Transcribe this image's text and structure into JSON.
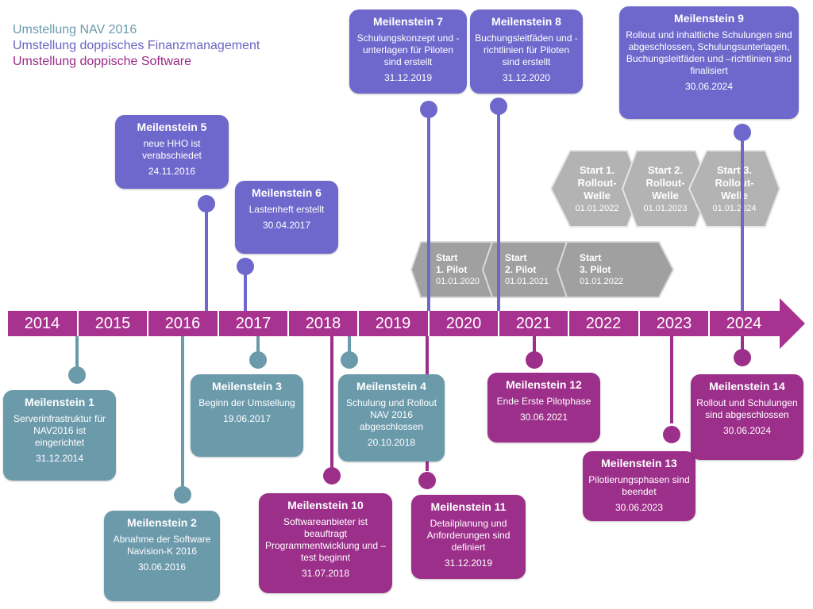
{
  "legend": {
    "teal": "Umstellung NAV 2016",
    "blue": "Umstellung doppisches Finanzmanagement",
    "magenta": "Umstellung doppische Software"
  },
  "colors": {
    "teal": "#6b9aab",
    "blue": "#6e68cc",
    "magenta": "#9c2f8a",
    "arrow": "#a8328f",
    "gray": "#b3b3b3"
  },
  "timeline": {
    "years": [
      "2014",
      "2015",
      "2016",
      "2017",
      "2018",
      "2019",
      "2020",
      "2021",
      "2022",
      "2023",
      "2024"
    ]
  },
  "milestones": [
    {
      "title": "Meilenstein 1",
      "text": "Serverinfrastruktur für NAV2016 ist eingerichtet",
      "date": "31.12.2014"
    },
    {
      "title": "Meilenstein 2",
      "text": "Abnahme der Software Navision-K 2016",
      "date": "30.06.2016"
    },
    {
      "title": "Meilenstein 3",
      "text": "Beginn der Umstellung",
      "date": "19.06.2017"
    },
    {
      "title": "Meilenstein 4",
      "text": "Schulung und Rollout NAV 2016 abgeschlossen",
      "date": "20.10.2018"
    },
    {
      "title": "Meilenstein 5",
      "text": "neue HHO ist verabschiedet",
      "date": "24.11.2016"
    },
    {
      "title": "Meilenstein 6",
      "text": "Lastenheft erstellt",
      "date": "30.04.2017"
    },
    {
      "title": "Meilenstein 7",
      "text": "Schulungskonzept und -unterlagen für Piloten sind erstellt",
      "date": "31.12.2019"
    },
    {
      "title": "Meilenstein 8",
      "text": "Buchungsleitfäden und -richtlinien für Piloten sind erstellt",
      "date": "31.12.2020"
    },
    {
      "title": "Meilenstein 9",
      "text": "Rollout und inhaltliche Schulungen sind abgeschlossen, Schulungsunterlagen, Buchungsleitfäden und –richtlinien sind finalisiert",
      "date": "30.06.2024"
    },
    {
      "title": "Meilenstein 10",
      "text": "Softwareanbieter ist beauftragt Programmentwicklung und –test beginnt",
      "date": "31.07.2018"
    },
    {
      "title": "Meilenstein 11",
      "text": "Detailplanung und Anforderungen sind definiert",
      "date": "31.12.2019"
    },
    {
      "title": "Meilenstein 12",
      "text": "Ende Erste Pilotphase",
      "date": "30.06.2021"
    },
    {
      "title": "Meilenstein 13",
      "text": "Pilotierungsphasen sind beendet",
      "date": "30.06.2023"
    },
    {
      "title": "Meilenstein 14",
      "text": "Rollout und Schulungen sind abgeschlossen",
      "date": "30.06.2024"
    }
  ],
  "pilots": [
    {
      "line1": "Start",
      "line2": "1. Pilot",
      "date": "01.01.2020"
    },
    {
      "line1": "Start",
      "line2": "2. Pilot",
      "date": "01.01.2021"
    },
    {
      "line1": "Start",
      "line2": "3. Pilot",
      "date": "01.01.2022"
    }
  ],
  "rollouts": [
    {
      "line1": "Start 1.",
      "line2": "Rollout-",
      "line3": "Welle",
      "date": "01.01.2022"
    },
    {
      "line1": "Start 2.",
      "line2": "Rollout-",
      "line3": "Welle",
      "date": "01.01.2023"
    },
    {
      "line1": "Start 3.",
      "line2": "Rollout-",
      "line3": "Welle",
      "date": "01.01.2024"
    }
  ]
}
